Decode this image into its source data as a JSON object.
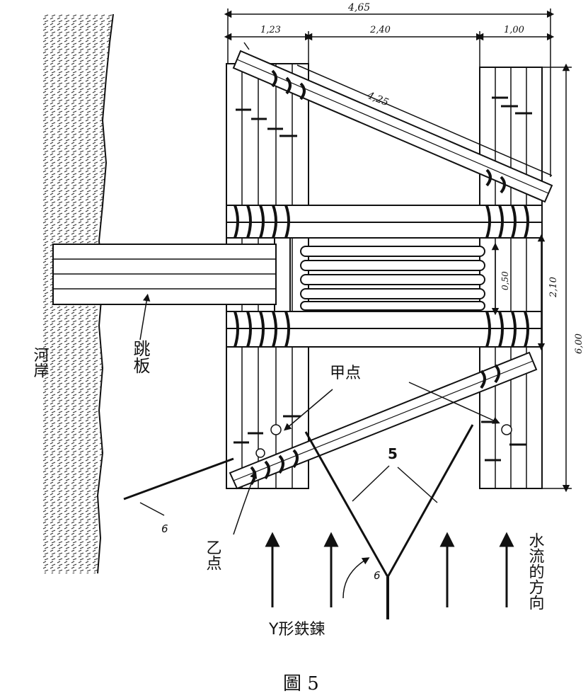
{
  "dimensions": {
    "overall_width": "4,65",
    "left_width": "1,23",
    "middle_width": "2,40",
    "right_width": "1,00",
    "diagonal_length": "4,25",
    "plank_gap": "0,50",
    "frame_height": "2,10",
    "total_height": "6,00"
  },
  "labels": {
    "riverbank": "河岸",
    "gangplank": "跳板",
    "point_a": "甲点",
    "point_b": "乙点",
    "callout_5": "5",
    "callout_6_left": "6",
    "callout_6_bottom": "6",
    "y_cable": "Y形鉄鍊",
    "water_flow": "水流的方向"
  },
  "caption": "圖 5",
  "colors": {
    "ink": "#111111",
    "paper": "#ffffff"
  }
}
